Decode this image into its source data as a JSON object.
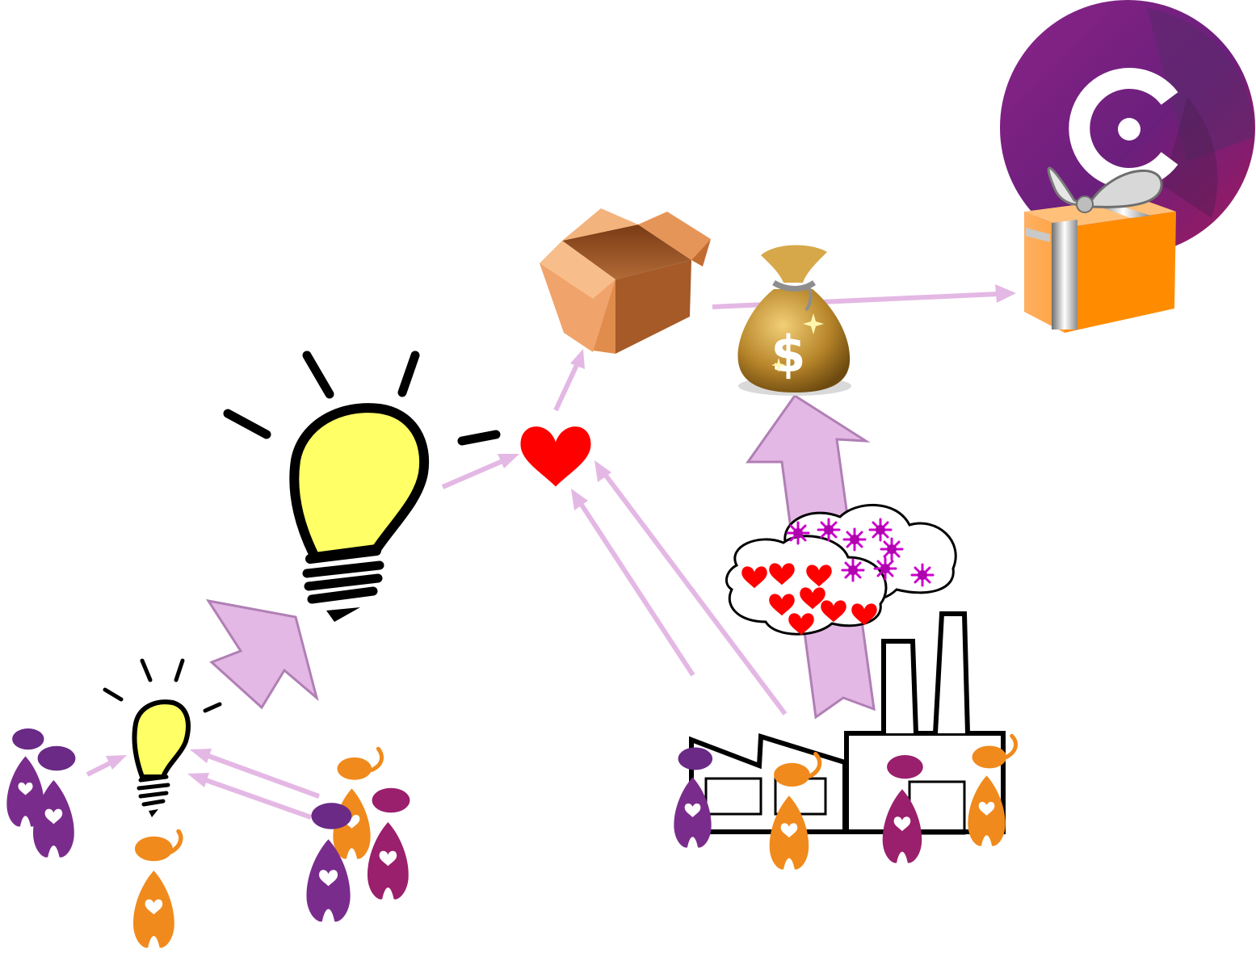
{
  "diagram": {
    "description_kind": "illustrated flow",
    "colors": {
      "arrow_fill": "#e4b8e4",
      "arrow_stroke": "#b07fb5",
      "heart_red": "#ff0000",
      "bulb_yellow": "#ffff66",
      "purple": "#6a2a86",
      "magenta": "#9a1f6c",
      "orange": "#f08a1c",
      "box_brown": "#c8793e",
      "bag_gold": "#b8862a",
      "gift_orange": "#ff9a1e",
      "logo_purple": "#7a2080"
    },
    "nodes": [
      {
        "id": "people-group-left",
        "icon": "people-icon"
      },
      {
        "id": "small-idea",
        "icon": "lightbulb-icon"
      },
      {
        "id": "big-idea",
        "icon": "lightbulb-icon"
      },
      {
        "id": "love",
        "icon": "heart-icon"
      },
      {
        "id": "product-box",
        "icon": "open-box-icon"
      },
      {
        "id": "money",
        "icon": "money-bag-icon"
      },
      {
        "id": "gift",
        "icon": "gift-box-icon"
      },
      {
        "id": "factory",
        "icon": "factory-icon"
      },
      {
        "id": "smoke-cloud",
        "icon": "cloud-icon"
      },
      {
        "id": "brand-logo",
        "icon": "celo-logo-icon"
      }
    ],
    "money_symbol": "$"
  }
}
